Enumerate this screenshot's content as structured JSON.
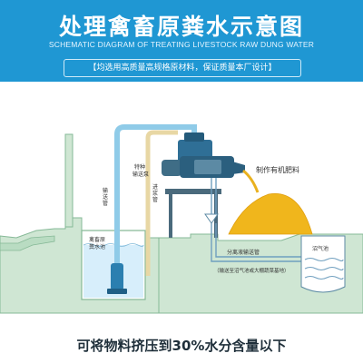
{
  "header": {
    "title": "处理禽畜原粪水示意图",
    "subtitle": "SCHEMATIC DIAGRAM OF TREATING LIVESTOCK RAW DUNG WATER",
    "slogan": "【均选用高质量高规格原材料，保证质量本厂设计】"
  },
  "diagram": {
    "label_fertilizer": "制作有机肥料",
    "label_pump": [
      "特种",
      "输送泵"
    ],
    "label_pipe_left": [
      "输",
      "送",
      "管"
    ],
    "label_pipe_right": [
      "进",
      "浆",
      "管"
    ],
    "label_pool": [
      "禽畜原",
      "粪水池"
    ],
    "label_biogas": "沼气池",
    "label_sep_pipe": "分离液输送管",
    "label_sep_note": "（输送至沼气池或大棚蔬菜基地）"
  },
  "footer": {
    "text": "可将物料挤压到30%水分含量以下"
  },
  "colors": {
    "brand_blue": "#1f97d3",
    "ground_green": "#cfe6d3",
    "ground_edge": "#86b997",
    "water": "#d7eefb",
    "pipe": "#e8d7a4",
    "manure": "#f0b61c"
  }
}
